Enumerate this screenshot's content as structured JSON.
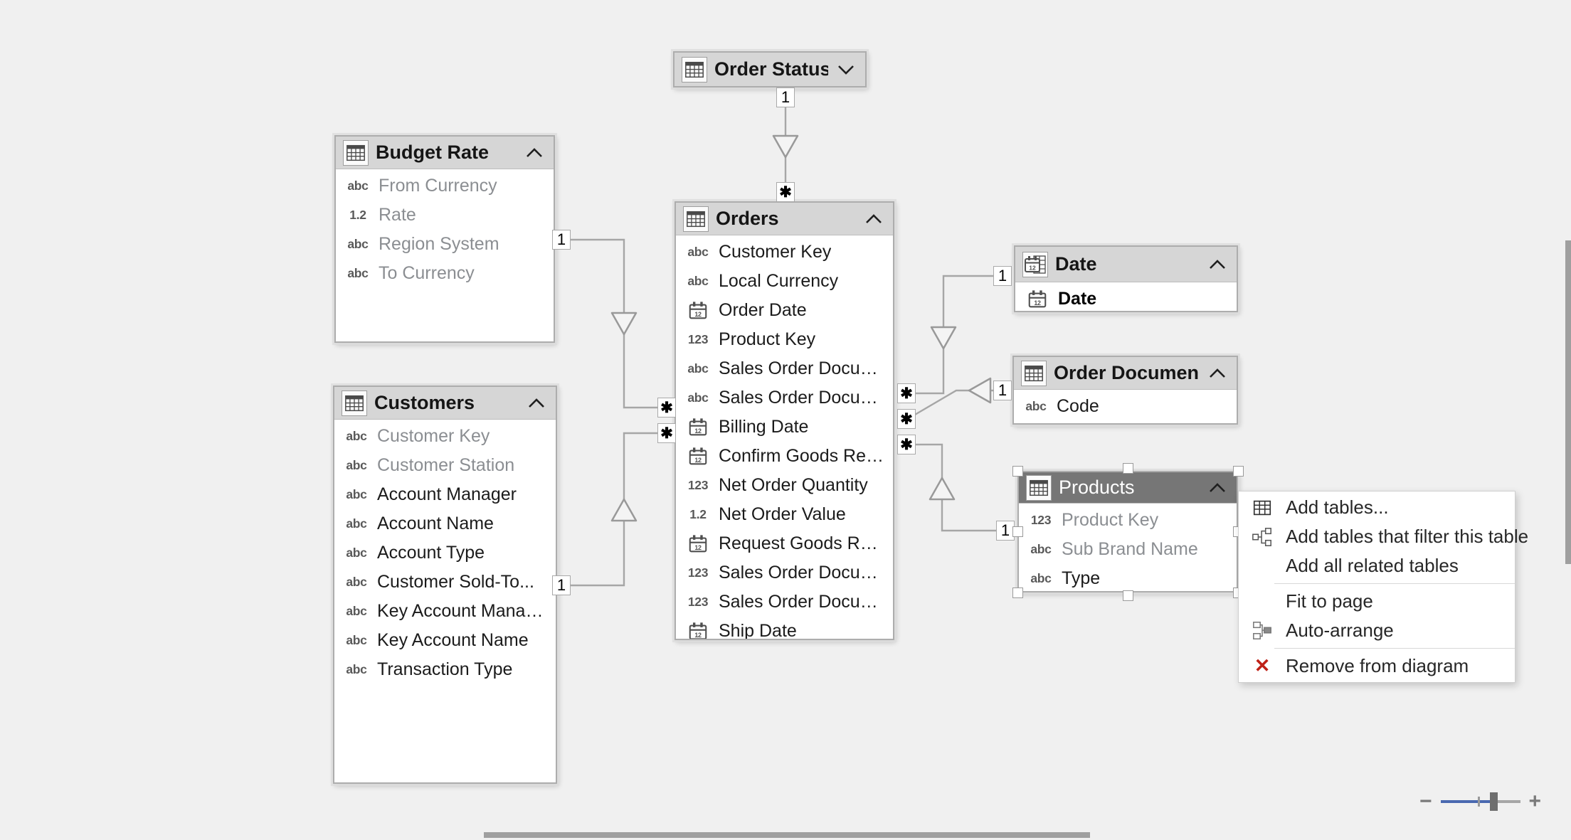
{
  "colors": {
    "canvas_background": "#f0f0f0",
    "table_header": "#d6d6d6",
    "selected_table_header": "#767676",
    "relationship_line": "#a6a6a6",
    "zoom_accent_blue": "#4a69b0",
    "remove_red": "#bf2117"
  },
  "tables": {
    "order_status": {
      "title": "Order Status",
      "collapsed": true,
      "fields": []
    },
    "budget_rate": {
      "title": "Budget Rate",
      "fields": [
        {
          "label": "From Currency",
          "icon": "abc"
        },
        {
          "label": "Rate",
          "icon": "1.2"
        },
        {
          "label": "Region System",
          "icon": "abc"
        },
        {
          "label": "To Currency",
          "icon": "abc"
        }
      ]
    },
    "customers": {
      "title": "Customers",
      "fields": [
        {
          "label": "Customer Key",
          "icon": "abc"
        },
        {
          "label": "Customer Station",
          "icon": "abc"
        },
        {
          "label": "Account Manager",
          "icon": "abc"
        },
        {
          "label": "Account Name",
          "icon": "abc"
        },
        {
          "label": "Account Type",
          "icon": "abc"
        },
        {
          "label": "Customer Sold-To...",
          "icon": "abc"
        },
        {
          "label": "Key Account Manag...",
          "icon": "abc"
        },
        {
          "label": "Key Account Name",
          "icon": "abc"
        },
        {
          "label": "Transaction Type",
          "icon": "abc"
        }
      ]
    },
    "orders": {
      "title": "Orders",
      "fields": [
        {
          "label": "Customer Key",
          "icon": "abc"
        },
        {
          "label": "Local Currency",
          "icon": "abc"
        },
        {
          "label": "Order Date",
          "icon": "calendar"
        },
        {
          "label": "Product Key",
          "icon": "123"
        },
        {
          "label": "Sales Order Docum...",
          "icon": "abc"
        },
        {
          "label": "Sales Order Docum...",
          "icon": "abc"
        },
        {
          "label": "Billing Date",
          "icon": "calendar"
        },
        {
          "label": "Confirm Goods Rec...",
          "icon": "calendar"
        },
        {
          "label": "Net Order Quantity",
          "icon": "123"
        },
        {
          "label": "Net Order Value",
          "icon": "1.2"
        },
        {
          "label": "Request Goods Rec...",
          "icon": "calendar"
        },
        {
          "label": "Sales Order Docum...",
          "icon": "123"
        },
        {
          "label": "Sales Order Docum...",
          "icon": "123"
        },
        {
          "label": "Ship Date",
          "icon": "calendar"
        }
      ]
    },
    "date": {
      "title": "Date",
      "fields": [
        {
          "label": "Date",
          "icon": "calendar",
          "bold": true
        }
      ]
    },
    "order_documents": {
      "title": "Order Documen...",
      "fields": [
        {
          "label": "Code",
          "icon": "abc"
        }
      ]
    },
    "products": {
      "title": "Products",
      "selected": true,
      "fields": [
        {
          "label": "Product Key",
          "icon": "123"
        },
        {
          "label": "Sub Brand Name",
          "icon": "abc"
        },
        {
          "label": "Type",
          "icon": "abc"
        }
      ]
    }
  },
  "relationships": [
    {
      "id": "order-status-to-orders",
      "one": "1",
      "many": "✱"
    },
    {
      "id": "budget-rate-to-orders",
      "one": "1",
      "many": "✱"
    },
    {
      "id": "customers-to-orders",
      "one": "1",
      "many": "✱"
    },
    {
      "id": "date-to-orders",
      "one": "1",
      "many": "✱"
    },
    {
      "id": "order-documents-to-orders",
      "one": "1",
      "many": "✱"
    },
    {
      "id": "products-to-orders",
      "one": "1",
      "many": "✱"
    }
  ],
  "context_menu": {
    "items": [
      {
        "label": "Add tables..."
      },
      {
        "label": "Add tables that filter this table"
      },
      {
        "label": "Add all related tables"
      },
      {
        "label": "Fit to page"
      },
      {
        "label": "Auto-arrange"
      },
      {
        "label": "Remove from diagram"
      }
    ],
    "remove_icon": "✕"
  },
  "zoom_control": {
    "zoom_out": "−",
    "zoom_in": "+"
  }
}
